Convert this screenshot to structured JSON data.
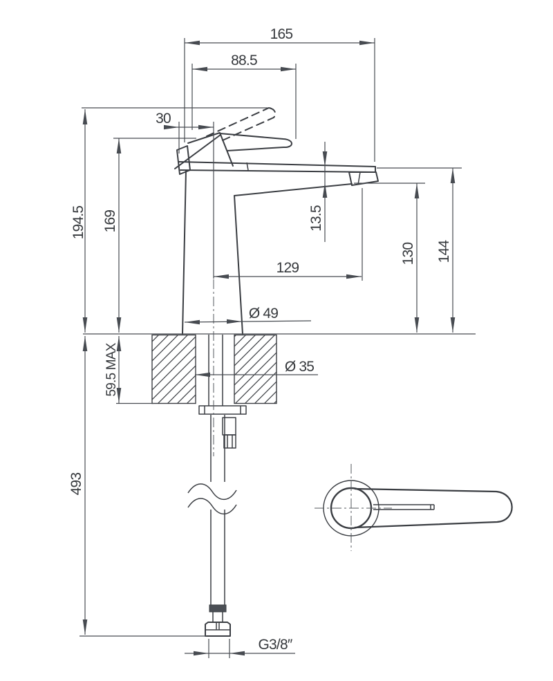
{
  "drawing": {
    "type": "technical-dimension-drawing",
    "subject": "single-lever basin mixer faucet, side section with mounting deck and handle top view",
    "units": "mm",
    "colors": {
      "background": "#ffffff",
      "object_line": "#3a3d42",
      "dimension_line": "#474b51",
      "text": "#35383c"
    },
    "dimensions": {
      "overall_depth": "165",
      "handle_length": "88.5",
      "handle_rear_offset": "30",
      "total_height": "194.5",
      "body_height": "169",
      "spout_underside_drop": "13.5",
      "aerator_to_deck": "130",
      "spout_to_deck": "144",
      "spout_reach": "129",
      "base_diameter": "Ø 49",
      "hole_diameter": "Ø 35",
      "deck_thickness_max": "59.5 MAX",
      "hose_length": "493",
      "thread_size": "G3/8″"
    }
  }
}
